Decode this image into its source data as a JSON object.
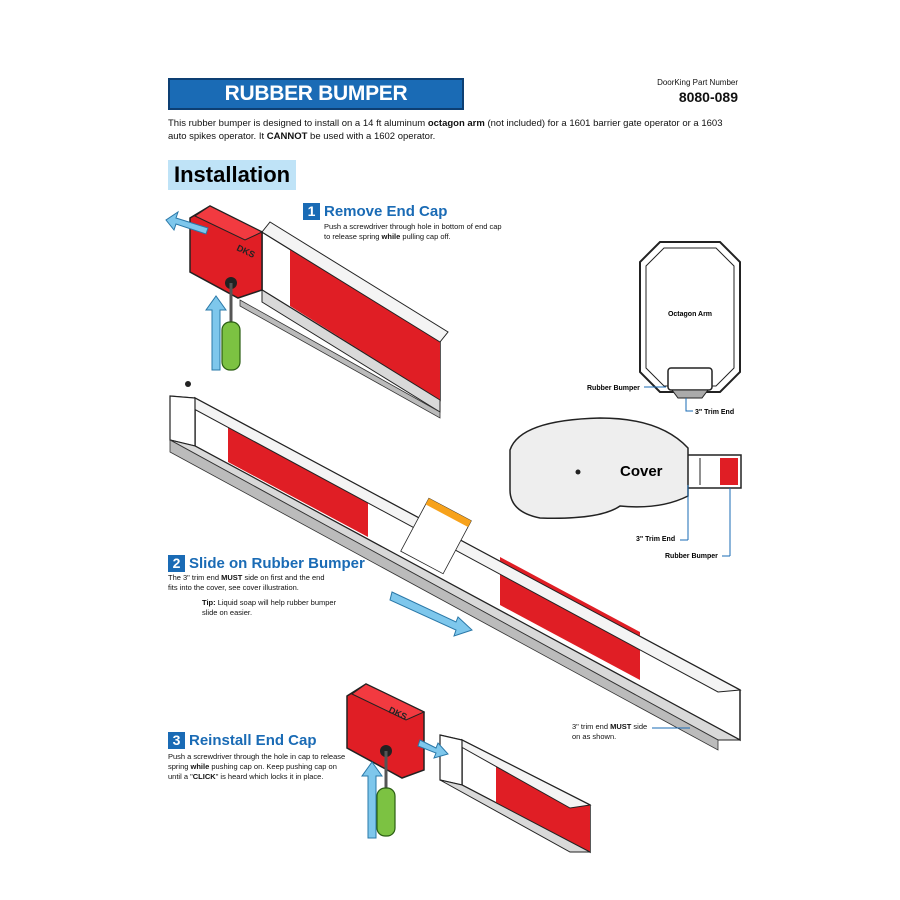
{
  "header": {
    "title": "RUBBER BUMPER INSTALLATION",
    "part_label": "DoorKing Part Number",
    "part_number": "8080-089"
  },
  "intro": {
    "p1": "This rubber bumper is designed to install on a 14 ft aluminum ",
    "b1": "octagon arm",
    "p2": " (not included) for a 1601 barrier gate operator or a 1603 auto spikes operator. It ",
    "b2": "CANNOT",
    "p3": " be used with a 1602 operator."
  },
  "section_title": "Installation",
  "steps": [
    {
      "number": "1",
      "title": "Remove End Cap",
      "t1": "Push a screwdriver through hole in bottom of end cap",
      "t2a": "to release spring ",
      "t2b": "while",
      "t2c": " pulling cap off."
    },
    {
      "number": "2",
      "title": "Slide on Rubber Bumper",
      "t1a": "The 3\" trim end ",
      "t1b": "MUST",
      "t1c": " side on first and the end",
      "t2": "fits into the cover, see cover illustration.",
      "tip_label": "Tip:",
      "tip1": " Liquid soap will help rubber bumper",
      "tip2": "slide on easier."
    },
    {
      "number": "3",
      "title": "Reinstall End Cap",
      "t1": "Push a screwdriver through the hole in cap to release",
      "t2a": "spring ",
      "t2b": "while",
      "t2c": " pushing cap on. Keep pushing cap on",
      "t3a": "until a \"",
      "t3b": "CLICK",
      "t3c": "\" is heard which locks it in place."
    }
  ],
  "diagram_labels": {
    "octagon_arm": "Octagon Arm",
    "rubber_bumper": "Rubber Bumper",
    "trim_end": "3\" Trim End",
    "cover": "Cover",
    "logo": "DKS",
    "note_a": "3\" trim end ",
    "note_b": "MUST",
    "note_c": " side",
    "note_d": "on as shown."
  },
  "colors": {
    "accent_blue": "#1a6bb5",
    "section_bg": "#bfe3f7",
    "cap_red": "#e01e25",
    "arrow_blue": "#7ec7ec"
  }
}
